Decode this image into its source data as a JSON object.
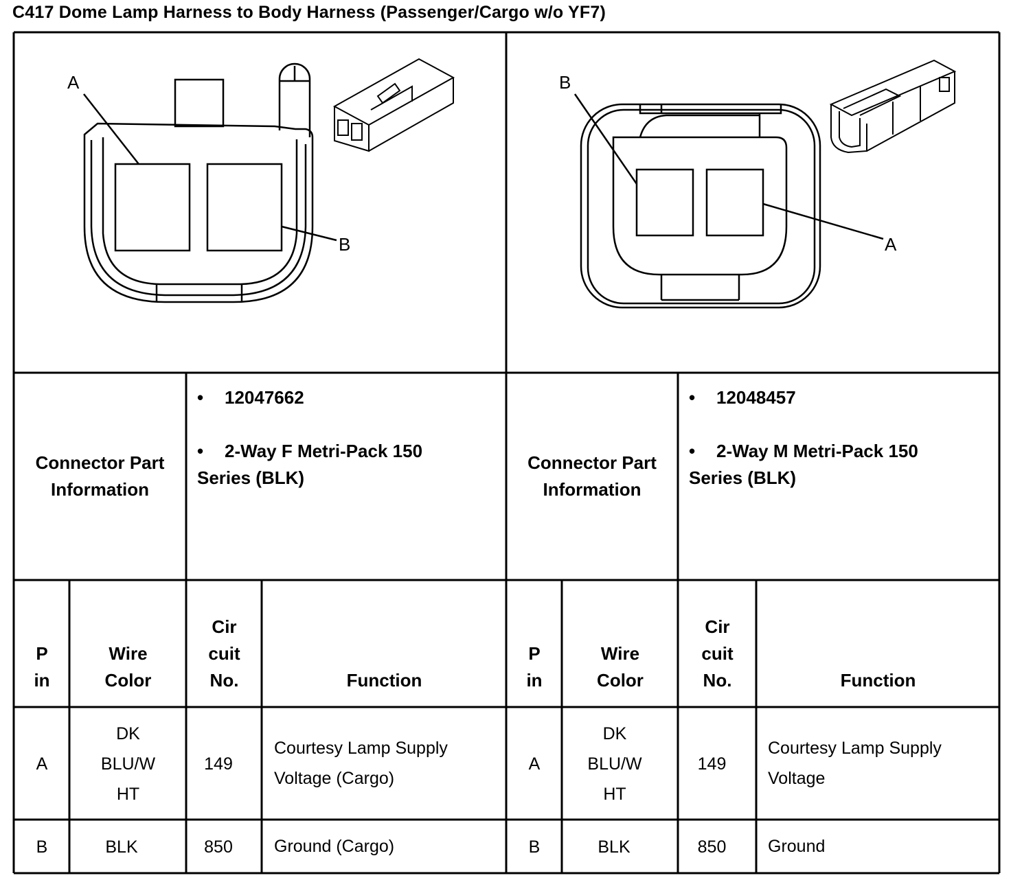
{
  "title": "C417 Dome Lamp Harness to Body Harness (Passenger/Cargo w/o YF7)",
  "left_connector": {
    "pin_labels": [
      "A",
      "B"
    ],
    "part_info_label_1": "Connector Part",
    "part_info_label_2": "Information",
    "part_number": "12047662",
    "description_1": "2-Way F Metri-Pack 150",
    "description_2": "Series (BLK)"
  },
  "right_connector": {
    "pin_labels": [
      "B",
      "A"
    ],
    "part_info_label_1": "Connector Part",
    "part_info_label_2": "Information",
    "part_number": "12048457",
    "description_1": "2-Way M Metri-Pack 150",
    "description_2": "Series (BLK)"
  },
  "bullet": "•",
  "columns": {
    "pin": [
      "P",
      "in"
    ],
    "wire_color": [
      "Wire",
      "Color"
    ],
    "circuit": [
      "Cir",
      "cuit",
      "No."
    ],
    "function": "Function"
  },
  "left_rows": [
    {
      "pin": "A",
      "wire": [
        "DK",
        "BLU/W",
        "HT"
      ],
      "circuit": "149",
      "function": [
        "Courtesy Lamp Supply",
        "Voltage (Cargo)"
      ]
    },
    {
      "pin": "B",
      "wire": [
        "BLK"
      ],
      "circuit": "850",
      "function": [
        "Ground (Cargo)"
      ]
    }
  ],
  "right_rows": [
    {
      "pin": "A",
      "wire": [
        "DK",
        "BLU/W",
        "HT"
      ],
      "circuit": "149",
      "function": [
        "Courtesy Lamp Supply",
        "Voltage"
      ]
    },
    {
      "pin": "B",
      "wire": [
        "BLK"
      ],
      "circuit": "850",
      "function": [
        "Ground"
      ]
    }
  ]
}
